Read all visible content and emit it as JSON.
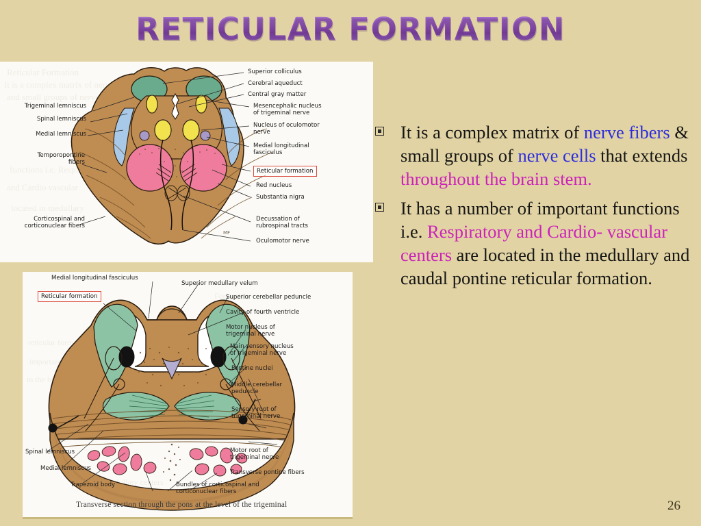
{
  "slide": {
    "title": "RETICULAR FORMATION",
    "page_number": "26",
    "background_color": "#e1d3a3",
    "title_color": "#8e4fb3"
  },
  "body": {
    "bullets": [
      {
        "segments": [
          {
            "text": "It is a complex matrix of ",
            "style": "plain"
          },
          {
            "text": "nerve fibers",
            "style": "blue"
          },
          {
            "text": " & small groups of ",
            "style": "plain"
          },
          {
            "text": "nerve cells",
            "style": "blue"
          },
          {
            "text": " that extends ",
            "style": "plain"
          },
          {
            "text": "throughout the brain stem.",
            "style": "magenta"
          }
        ]
      },
      {
        "segments": [
          {
            "text": "It has a number of important functions i.e. ",
            "style": "plain"
          },
          {
            "text": "Respiratory and Cardio- vascular centers",
            "style": "magenta"
          },
          {
            "text": " are located in the medullary and caudal pontine reticular formation.",
            "style": "plain"
          }
        ]
      }
    ],
    "colors": {
      "blue": "#2d2ddd",
      "magenta": "#cc22bb",
      "plain": "#161616"
    }
  },
  "figure_midbrain": {
    "name": "transverse-section-midbrain",
    "labels_left": [
      "Trigeminal lemniscus",
      "Spinal lemniscus",
      "Medial lemniscus",
      "Temporopontine\nfibers",
      "Corticospinal and\ncorticonuclear fibers"
    ],
    "labels_right": [
      "Superior colliculus",
      "Cerebral aqueduct",
      "Central gray matter",
      "Mesencephalic nucleus\nof trigeminal nerve",
      "Nucleus of oculomotor\nnerve",
      "Medial longitudinal\nfasciculus",
      "Reticular formation",
      "Red nucleus",
      "Substantia nigra",
      "Decussation of\nrubrospinal tracts",
      "Oculomotor nerve"
    ],
    "highlighted_label": "Reticular formation",
    "highlight_color": "#d94a3d"
  },
  "figure_pons": {
    "name": "transverse-section-pons",
    "caption": "Transverse section through the pons at the level of the trigeminal",
    "labels_top": [
      "Medial longitudinal fasciculus",
      "Reticular formation",
      "Superior medullary velum"
    ],
    "labels_right": [
      "Superior cerebellar peduncle",
      "Cavity of fourth ventricle",
      "Motor nucleus of\ntrigeminal nerve",
      "Main sensory nucleus\nof trigeminal nerve",
      "Pontine nuclei",
      "Middle cerebellar\npeduncle",
      "Sensory root of\ntrigeminal nerve",
      "Motor root of\ntrigeminal nerve",
      "Transverse pontine fibers"
    ],
    "labels_bottom_left": [
      "Spinal lemniscus",
      "Medial lemniscus",
      "Trapezoid body"
    ],
    "labels_bottom_center": [
      "Bundles of corticospinal and\ncorticonuclear fibers"
    ],
    "highlighted_label": "Reticular formation",
    "highlight_color": "#d94a3d"
  }
}
